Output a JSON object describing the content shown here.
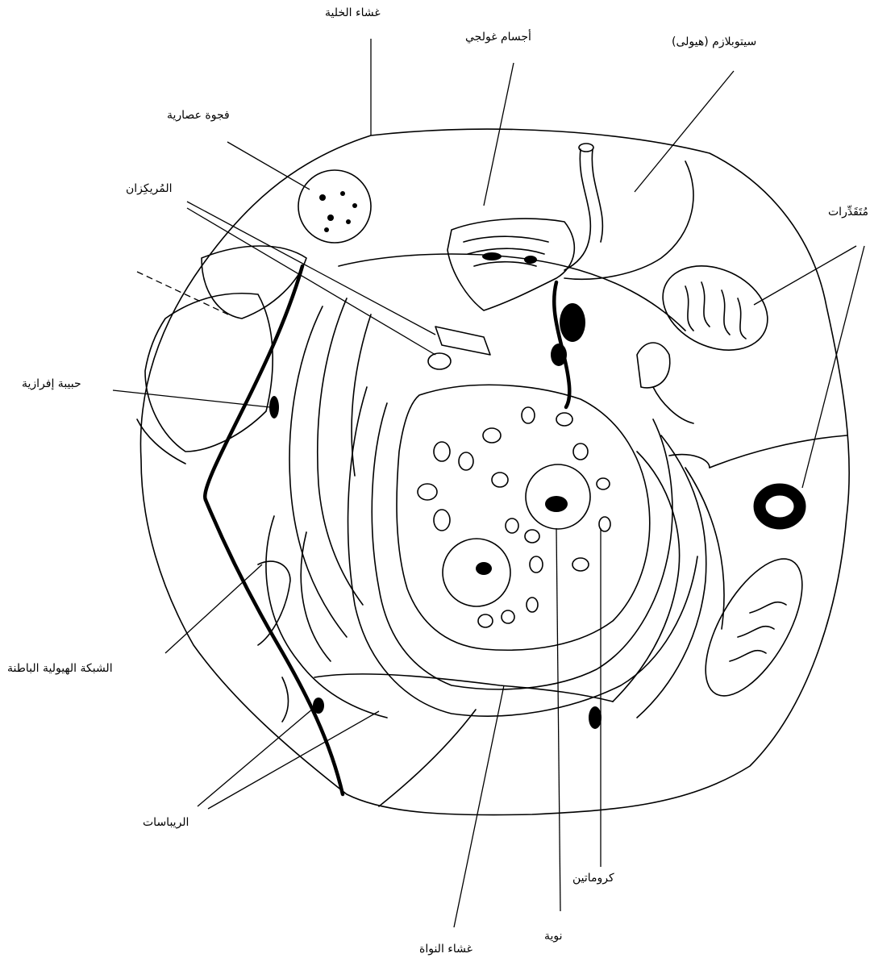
{
  "labels": {
    "cell_membrane": "غشاء الخلية",
    "golgi": "أجسام غولجي",
    "cytoplasm": "سيتوبلازم (هيولى)",
    "vacuole": "فجوة عصارية",
    "centrioles": "المُريكِزان",
    "mitochondria": "مُتَقَدِّرات",
    "secretory_granule": "حبيبة إفرازية",
    "endoplasmic_reticulum": "الشبكة الهيولية الباطنة",
    "ribosomes": "الريباسات",
    "chromatin": "كروماتين",
    "nucleolus": "نوية",
    "nuclear_membrane": "غشاء النواة"
  }
}
